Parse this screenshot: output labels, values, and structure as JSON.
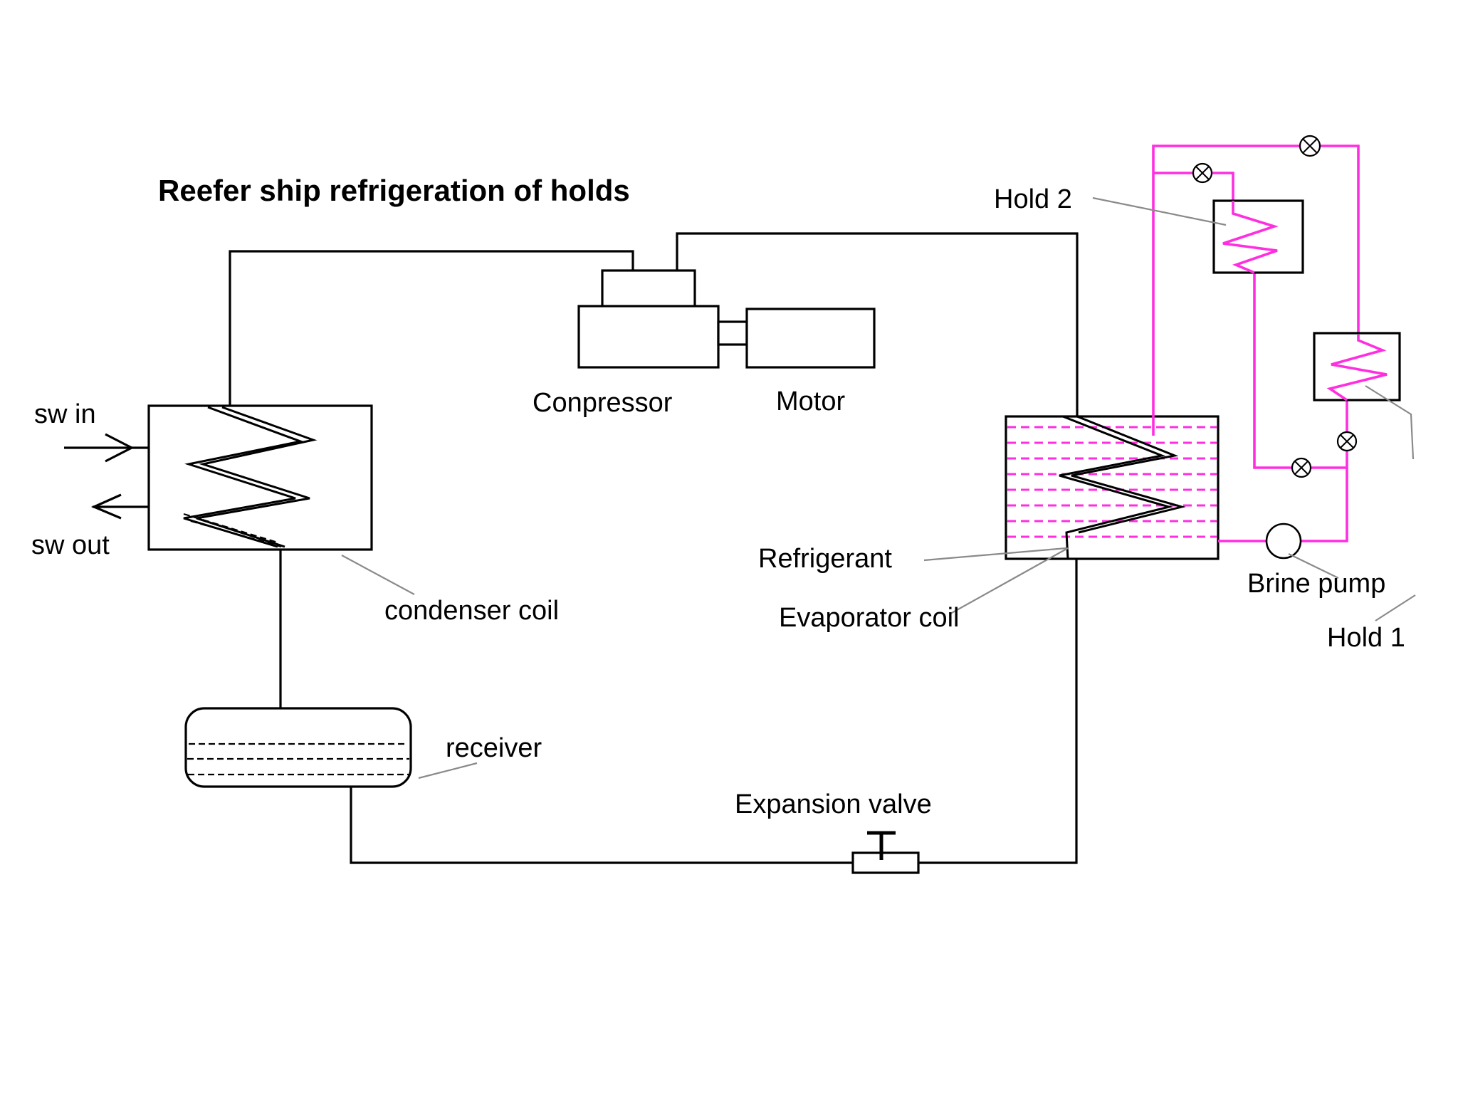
{
  "diagram": {
    "title": "Reefer ship refrigeration of holds",
    "labels": {
      "sw_in": "sw in",
      "sw_out": "sw out",
      "compressor": "Conpressor",
      "motor": "Motor",
      "condenser_coil": "condenser coil",
      "receiver": "receiver",
      "expansion_valve": "Expansion valve",
      "refrigerant": "Refrigerant",
      "evaporator_coil": "Evaporator coil",
      "hold_2": "Hold 2",
      "hold_1": "Hold 1",
      "brine_pump": "Brine pump"
    },
    "colors": {
      "refrigerant_circuit": "#000000",
      "brine_circuit": "#ff2ee0",
      "leader_lines": "#8a8a8a"
    }
  }
}
